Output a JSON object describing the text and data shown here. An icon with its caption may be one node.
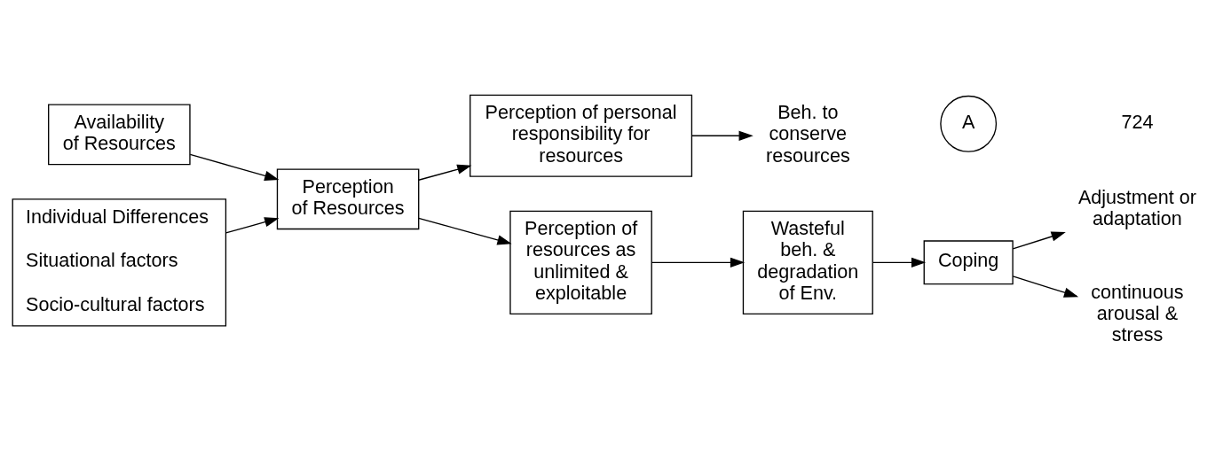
{
  "diagram": {
    "nodes": [
      {
        "text": [
          "Availability of Resources"
        ]
      },
      {
        "text": [
          "Individual Differences",
          "Situational factors",
          "Socio-cultural factors"
        ]
      },
      {
        "text": [
          "Perception of Resources"
        ]
      },
      {
        "text": [
          "Perception of personal responsibility for resources"
        ]
      },
      {
        "text": [
          "Beh. to conserve resources"
        ]
      },
      {
        "text": [
          "Perception of resources as unlimited & exploitable"
        ]
      },
      {
        "text": [
          "Wasteful beh. & degradation of Env."
        ]
      },
      {
        "text": [
          "Coping"
        ]
      },
      {
        "text": [
          "Adjustment or adaptation"
        ]
      },
      {
        "text": [
          "continuous arousal & stress"
        ]
      },
      {
        "text": [
          "A"
        ]
      }
    ],
    "edges": [
      {
        "from": 0,
        "to": 2,
        "arrow": "to"
      },
      {
        "from": 1,
        "to": 2,
        "arrow": "to"
      },
      {
        "from": 2,
        "to": 3,
        "arrow": "to"
      },
      {
        "from": 3,
        "to": 4,
        "arrow": "to"
      },
      {
        "from": 2,
        "to": 5,
        "arrow": "to"
      },
      {
        "from": 5,
        "to": 6,
        "arrow": "to"
      },
      {
        "from": 6,
        "to": 7,
        "arrow": "to"
      },
      {
        "from": 7,
        "to": 8,
        "arrow": "to"
      },
      {
        "from": 7,
        "to": 9,
        "arrow": "to"
      }
    ],
    "labels": [
      "724"
    ]
  }
}
